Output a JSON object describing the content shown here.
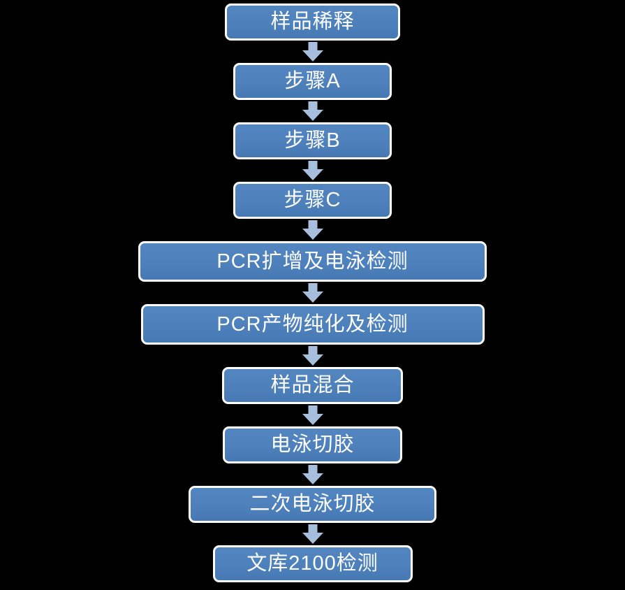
{
  "flowchart": {
    "title": "",
    "background_color": "#000000",
    "node_fill_color": "#4e81bc",
    "node_border_color": "#ffffff",
    "node_text_color": "#ffffff",
    "arrow_color": "#a7bedd",
    "connector_type": "block-down-arrow",
    "steps": [
      {
        "label": "样品稀释"
      },
      {
        "label": "步骤A"
      },
      {
        "label": "步骤B"
      },
      {
        "label": "步骤C"
      },
      {
        "label": "PCR扩增及电泳检测"
      },
      {
        "label": "PCR产物纯化及检测"
      },
      {
        "label": "样品混合"
      },
      {
        "label": "电泳切胶"
      },
      {
        "label": "二次电泳切胶"
      },
      {
        "label": "文库2100检测"
      }
    ]
  }
}
